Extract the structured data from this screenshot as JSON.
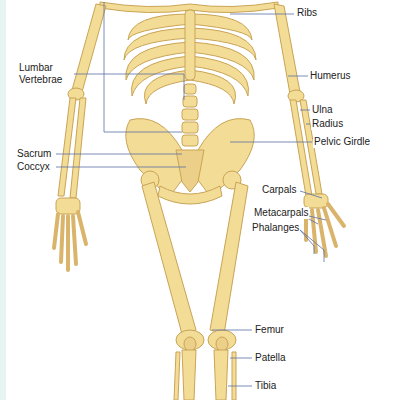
{
  "diagram": {
    "labels": [
      "Ribs",
      "Lumbar Vertebrae",
      "Humerus",
      "Ulna",
      "Radius",
      "Pelvic Girdle",
      "Sacrum",
      "Coccyx",
      "Carpals",
      "Metacarpals",
      "Phalanges",
      "Femur",
      "Patella",
      "Tibia"
    ]
  }
}
